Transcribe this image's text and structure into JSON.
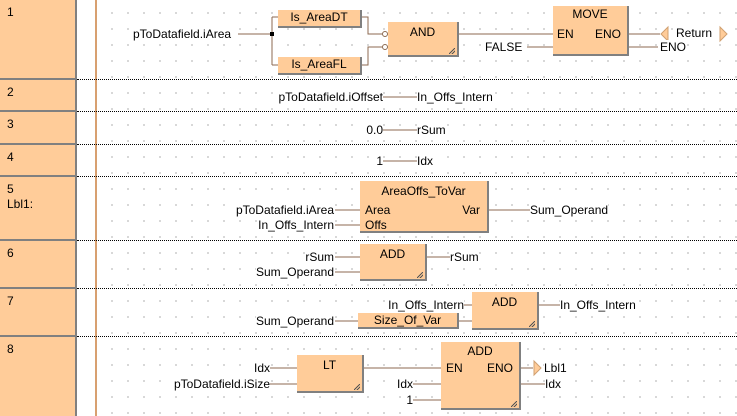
{
  "networks": [
    {
      "number": "1",
      "label": ""
    },
    {
      "number": "2",
      "label": ""
    },
    {
      "number": "3",
      "label": ""
    },
    {
      "number": "4",
      "label": ""
    },
    {
      "number": "5",
      "label": "Lbl1:"
    },
    {
      "number": "6",
      "label": ""
    },
    {
      "number": "7",
      "label": ""
    },
    {
      "number": "8",
      "label": ""
    }
  ],
  "n1": {
    "input": "pToDatafield.iArea",
    "func_top": "Is_AreaDT",
    "func_bottom": "Is_AreaFL",
    "and_block": "AND",
    "move_block": "MOVE",
    "move_en": "EN",
    "move_eno": "ENO",
    "move_input": "FALSE",
    "jump_label": "Return",
    "output": "ENO"
  },
  "n2": {
    "input": "pToDatafield.iOffset",
    "output": "In_Offs_Intern"
  },
  "n3": {
    "input": "0.0",
    "output": "rSum"
  },
  "n4": {
    "input": "1",
    "output": "Idx"
  },
  "n5": {
    "block": "AreaOffs_ToVar",
    "pin_area": "Area",
    "pin_offs": "Offs",
    "pin_var": "Var",
    "input_area": "pToDatafield.iArea",
    "input_offs": "In_Offs_Intern",
    "output": "Sum_Operand"
  },
  "n6": {
    "block": "ADD",
    "input1": "rSum",
    "input2": "Sum_Operand",
    "output": "rSum"
  },
  "n7": {
    "block": "ADD",
    "input1": "In_Offs_Intern",
    "input2": "Sum_Operand",
    "func": "Size_Of_Var",
    "output": "In_Offs_Intern"
  },
  "n8": {
    "lt_block": "LT",
    "lt_input1": "Idx",
    "lt_input2": "pToDatafield.iSize",
    "add_block": "ADD",
    "add_en": "EN",
    "add_eno": "ENO",
    "add_input1": "Idx",
    "add_input2": "1",
    "jump_label": "Lbl1",
    "output": "Idx"
  }
}
